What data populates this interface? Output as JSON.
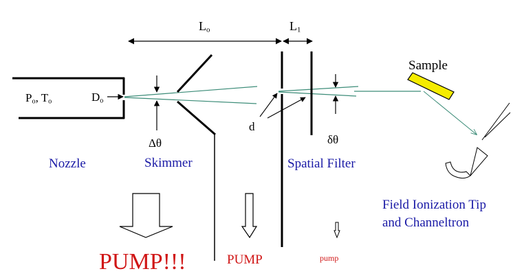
{
  "diagram": {
    "colors": {
      "beam": "#3c8c78",
      "component_label": "#1a1aa6",
      "pump_label": "#d01616",
      "sample_fill": "#f5ec00",
      "line": "#000000"
    },
    "dimensions": {
      "l0": {
        "main": "L",
        "sub": "o"
      },
      "l1": {
        "main": "L",
        "sub": "1"
      }
    },
    "nozzle_params": {
      "p": "P",
      "p_sub": "o",
      "sep": ",",
      "t": " T",
      "t_sub": "o"
    },
    "nozzle_diameter": {
      "main": "D",
      "sub": "o"
    },
    "angles": {
      "delta_theta": "Δθ",
      "small_delta_theta": "δθ"
    },
    "aperture_label": "d",
    "sample_label": "Sample",
    "components": {
      "nozzle": "Nozzle",
      "skimmer": "Skimmer",
      "spatial_filter": "Spatial Filter",
      "detector_line1": "Field Ionization Tip",
      "detector_line2": "and Channeltron"
    },
    "pumps": {
      "large": "PUMP!!!",
      "medium": "PUMP",
      "small": "pump"
    }
  }
}
